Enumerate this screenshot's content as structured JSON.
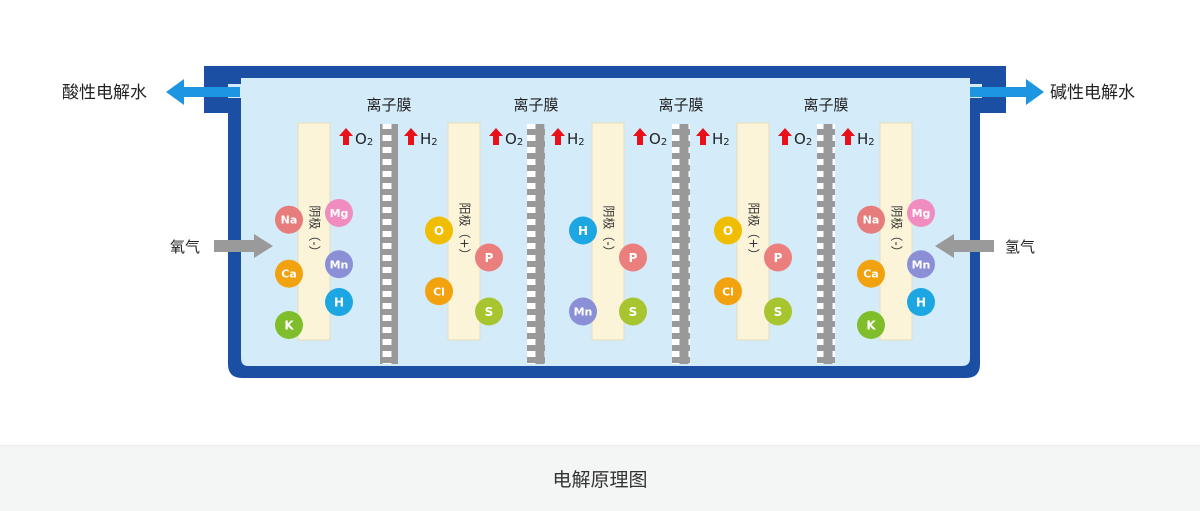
{
  "diagram": {
    "caption": "电解原理图",
    "left_output_label": "酸性电解水",
    "right_output_label": "碱性电解水",
    "left_input_label": "氧气",
    "right_input_label": "氢气",
    "membrane_label": "离子膜",
    "membrane_count": 4,
    "colors": {
      "tank_outline": "#1a4fa3",
      "tank_inner": "#d4ebf9",
      "outflow_arrow": "#1e95e0",
      "inflow_arrow": "#9a9a9a",
      "gas_arrow": "#e8111a",
      "electrode": "#fbf4d9",
      "membrane": "#999999"
    },
    "electrodes": [
      {
        "label": "阴极（-）",
        "gas": {
          "text": "O",
          "sub": "2"
        },
        "ions": [
          {
            "text": "Na",
            "color": "#e67c7c",
            "side": "left",
            "level": 0.22
          },
          {
            "text": "Mg",
            "color": "#f08cbf",
            "side": "right",
            "level": 0.17
          },
          {
            "text": "Ca",
            "color": "#f2a20f",
            "side": "left",
            "level": 0.62
          },
          {
            "text": "Mn",
            "color": "#8b8fd6",
            "side": "right",
            "level": 0.55
          },
          {
            "text": "H",
            "color": "#1ca7e3",
            "side": "right",
            "level": 0.83
          },
          {
            "text": "K",
            "color": "#7fbe2a",
            "side": "left",
            "level": 1.0
          }
        ]
      },
      {
        "label": "阳极（+）",
        "gas": {
          "text": "O",
          "sub": "2"
        },
        "ions": [
          {
            "text": "O",
            "color": "#f0bd00",
            "side": "left",
            "level": 0.3
          },
          {
            "text": "P",
            "color": "#ea7f7d",
            "side": "right",
            "level": 0.5
          },
          {
            "text": "Cl",
            "color": "#f2a20f",
            "side": "left",
            "level": 0.75
          },
          {
            "text": "S",
            "color": "#a7c52e",
            "side": "right",
            "level": 0.9
          }
        ]
      },
      {
        "label": "阴极（-）",
        "gas": {
          "text": "O",
          "sub": "2"
        },
        "ions": [
          {
            "text": "H",
            "color": "#1ca7e3",
            "side": "left",
            "level": 0.3
          },
          {
            "text": "P",
            "color": "#ea7f7d",
            "side": "right",
            "level": 0.5
          },
          {
            "text": "Mn",
            "color": "#8b8fd6",
            "side": "left",
            "level": 0.9
          },
          {
            "text": "S",
            "color": "#a7c52e",
            "side": "right",
            "level": 0.9
          }
        ]
      },
      {
        "label": "阳极（+）",
        "gas": {
          "text": "O",
          "sub": "2"
        },
        "ions": [
          {
            "text": "O",
            "color": "#f0bd00",
            "side": "left",
            "level": 0.3
          },
          {
            "text": "P",
            "color": "#ea7f7d",
            "side": "right",
            "level": 0.5
          },
          {
            "text": "Cl",
            "color": "#f2a20f",
            "side": "left",
            "level": 0.75
          },
          {
            "text": "S",
            "color": "#a7c52e",
            "side": "right",
            "level": 0.9
          }
        ]
      },
      {
        "label": "阴极（-）",
        "gas": null,
        "ions": [
          {
            "text": "Na",
            "color": "#e67c7c",
            "side": "left",
            "level": 0.22
          },
          {
            "text": "Mg",
            "color": "#f08cbf",
            "side": "right",
            "level": 0.17
          },
          {
            "text": "Ca",
            "color": "#f2a20f",
            "side": "left",
            "level": 0.62
          },
          {
            "text": "Mn",
            "color": "#8b8fd6",
            "side": "right",
            "level": 0.55
          },
          {
            "text": "H",
            "color": "#1ca7e3",
            "side": "right",
            "level": 0.83
          },
          {
            "text": "K",
            "color": "#7fbe2a",
            "side": "left",
            "level": 1.0
          }
        ]
      }
    ],
    "membrane_gases": [
      {
        "text": "H",
        "sub": "2"
      },
      {
        "text": "H",
        "sub": "2"
      },
      {
        "text": "H",
        "sub": "2"
      },
      {
        "text": "H",
        "sub": "2"
      }
    ]
  }
}
